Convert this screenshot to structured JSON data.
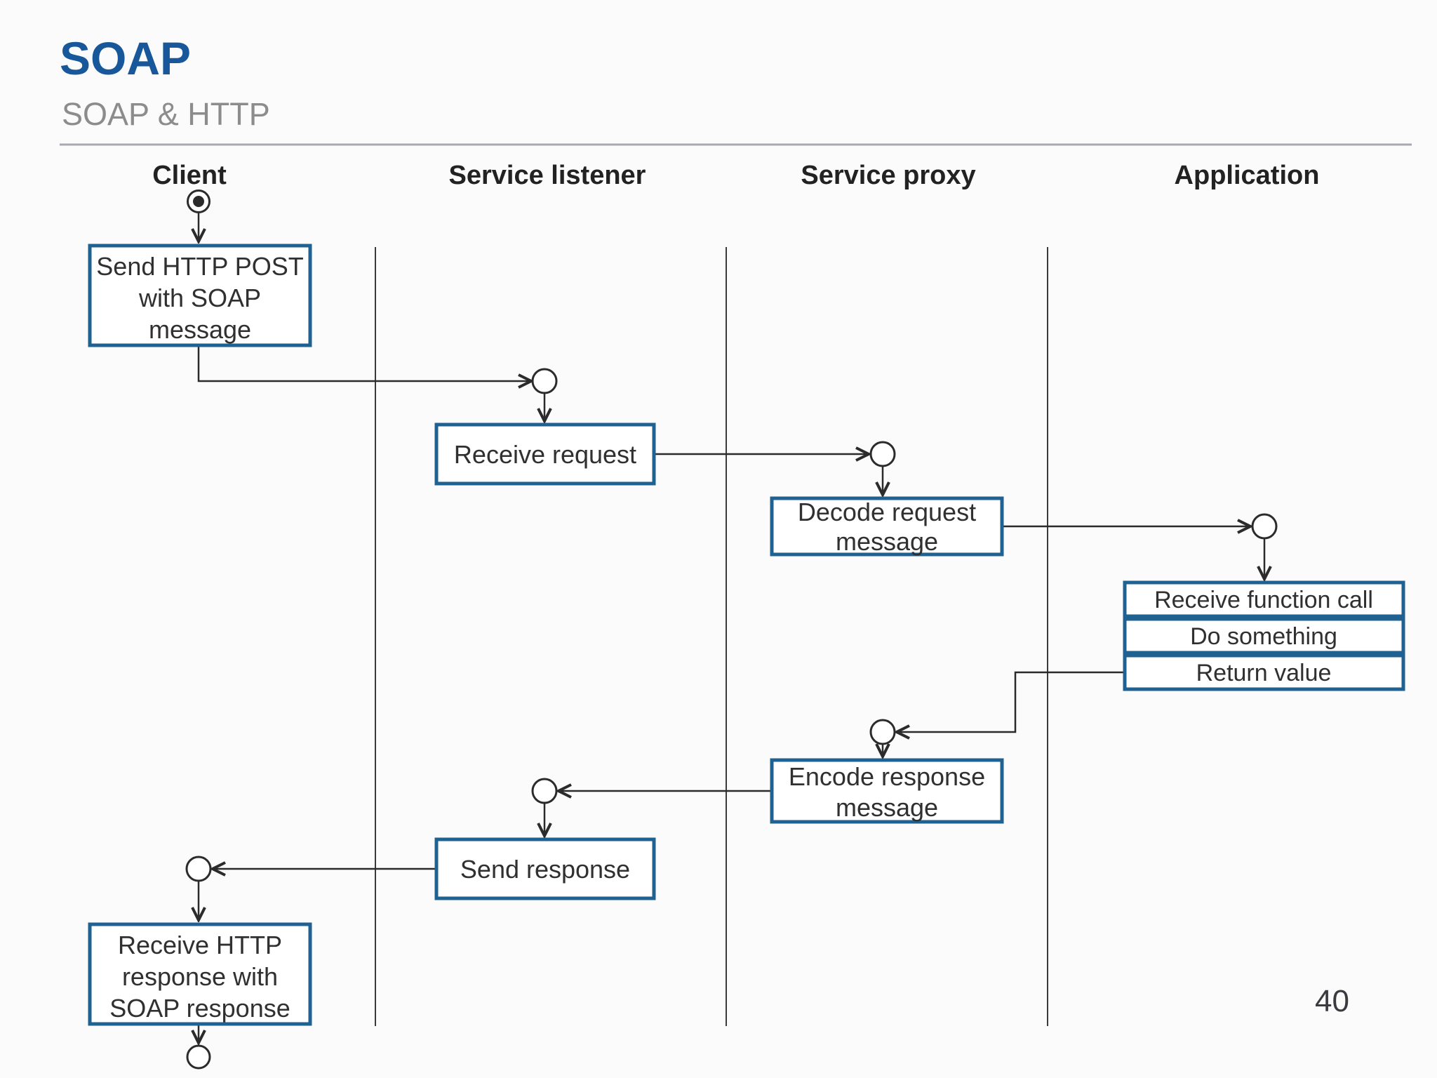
{
  "slide": {
    "title": "SOAP",
    "subtitle": "SOAP & HTTP",
    "page_number": "40"
  },
  "colors": {
    "title_blue": "#17579A",
    "subtitle_gray": "#8C8C8C",
    "divider_gray": "#A8A8B0",
    "box_border": "#1F6191",
    "line_dark": "#2B2B2B"
  },
  "lanes": [
    {
      "label": "Client"
    },
    {
      "label": "Service listener"
    },
    {
      "label": "Service proxy"
    },
    {
      "label": "Application"
    }
  ],
  "nodes": {
    "send_http_post": {
      "lines": [
        "Send HTTP POST",
        "with SOAP",
        "message"
      ]
    },
    "receive_request": {
      "lines": [
        "Receive request"
      ]
    },
    "decode_request": {
      "lines": [
        "Decode request",
        "message"
      ]
    },
    "receive_function_call": {
      "lines": [
        "Receive function call"
      ]
    },
    "do_something": {
      "lines": [
        "Do something"
      ]
    },
    "return_value": {
      "lines": [
        "Return value"
      ]
    },
    "encode_response": {
      "lines": [
        "Encode response",
        "message"
      ]
    },
    "send_response": {
      "lines": [
        "Send response"
      ]
    },
    "receive_http_response": {
      "lines": [
        "Receive HTTP",
        "response with",
        "SOAP response"
      ]
    }
  }
}
